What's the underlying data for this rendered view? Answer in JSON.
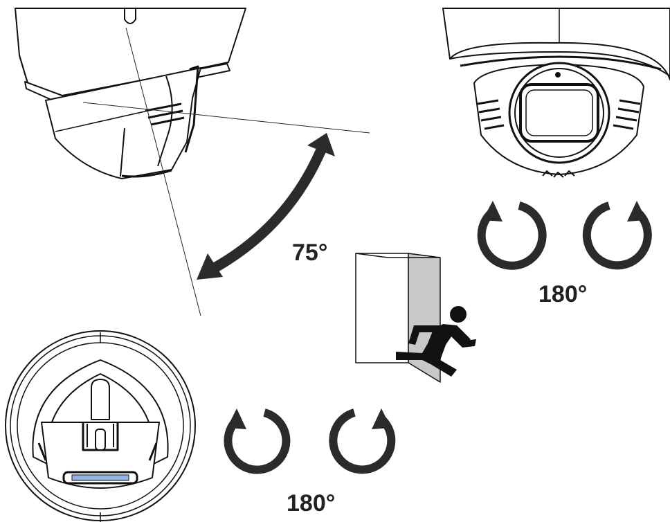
{
  "tilt": {
    "angle_label": "75°"
  },
  "pan": {
    "angle_label": "180°"
  },
  "rotate": {
    "angle_label": "180°"
  },
  "colors": {
    "ink": "#222222",
    "figure": "#111111",
    "lens_blue": "#8fb4e8",
    "wall_shade": "#c8c8c8"
  },
  "icons": [
    "curved-double-arrow-icon",
    "counterclockwise-arrow-icon",
    "clockwise-arrow-icon",
    "running-person-icon"
  ]
}
